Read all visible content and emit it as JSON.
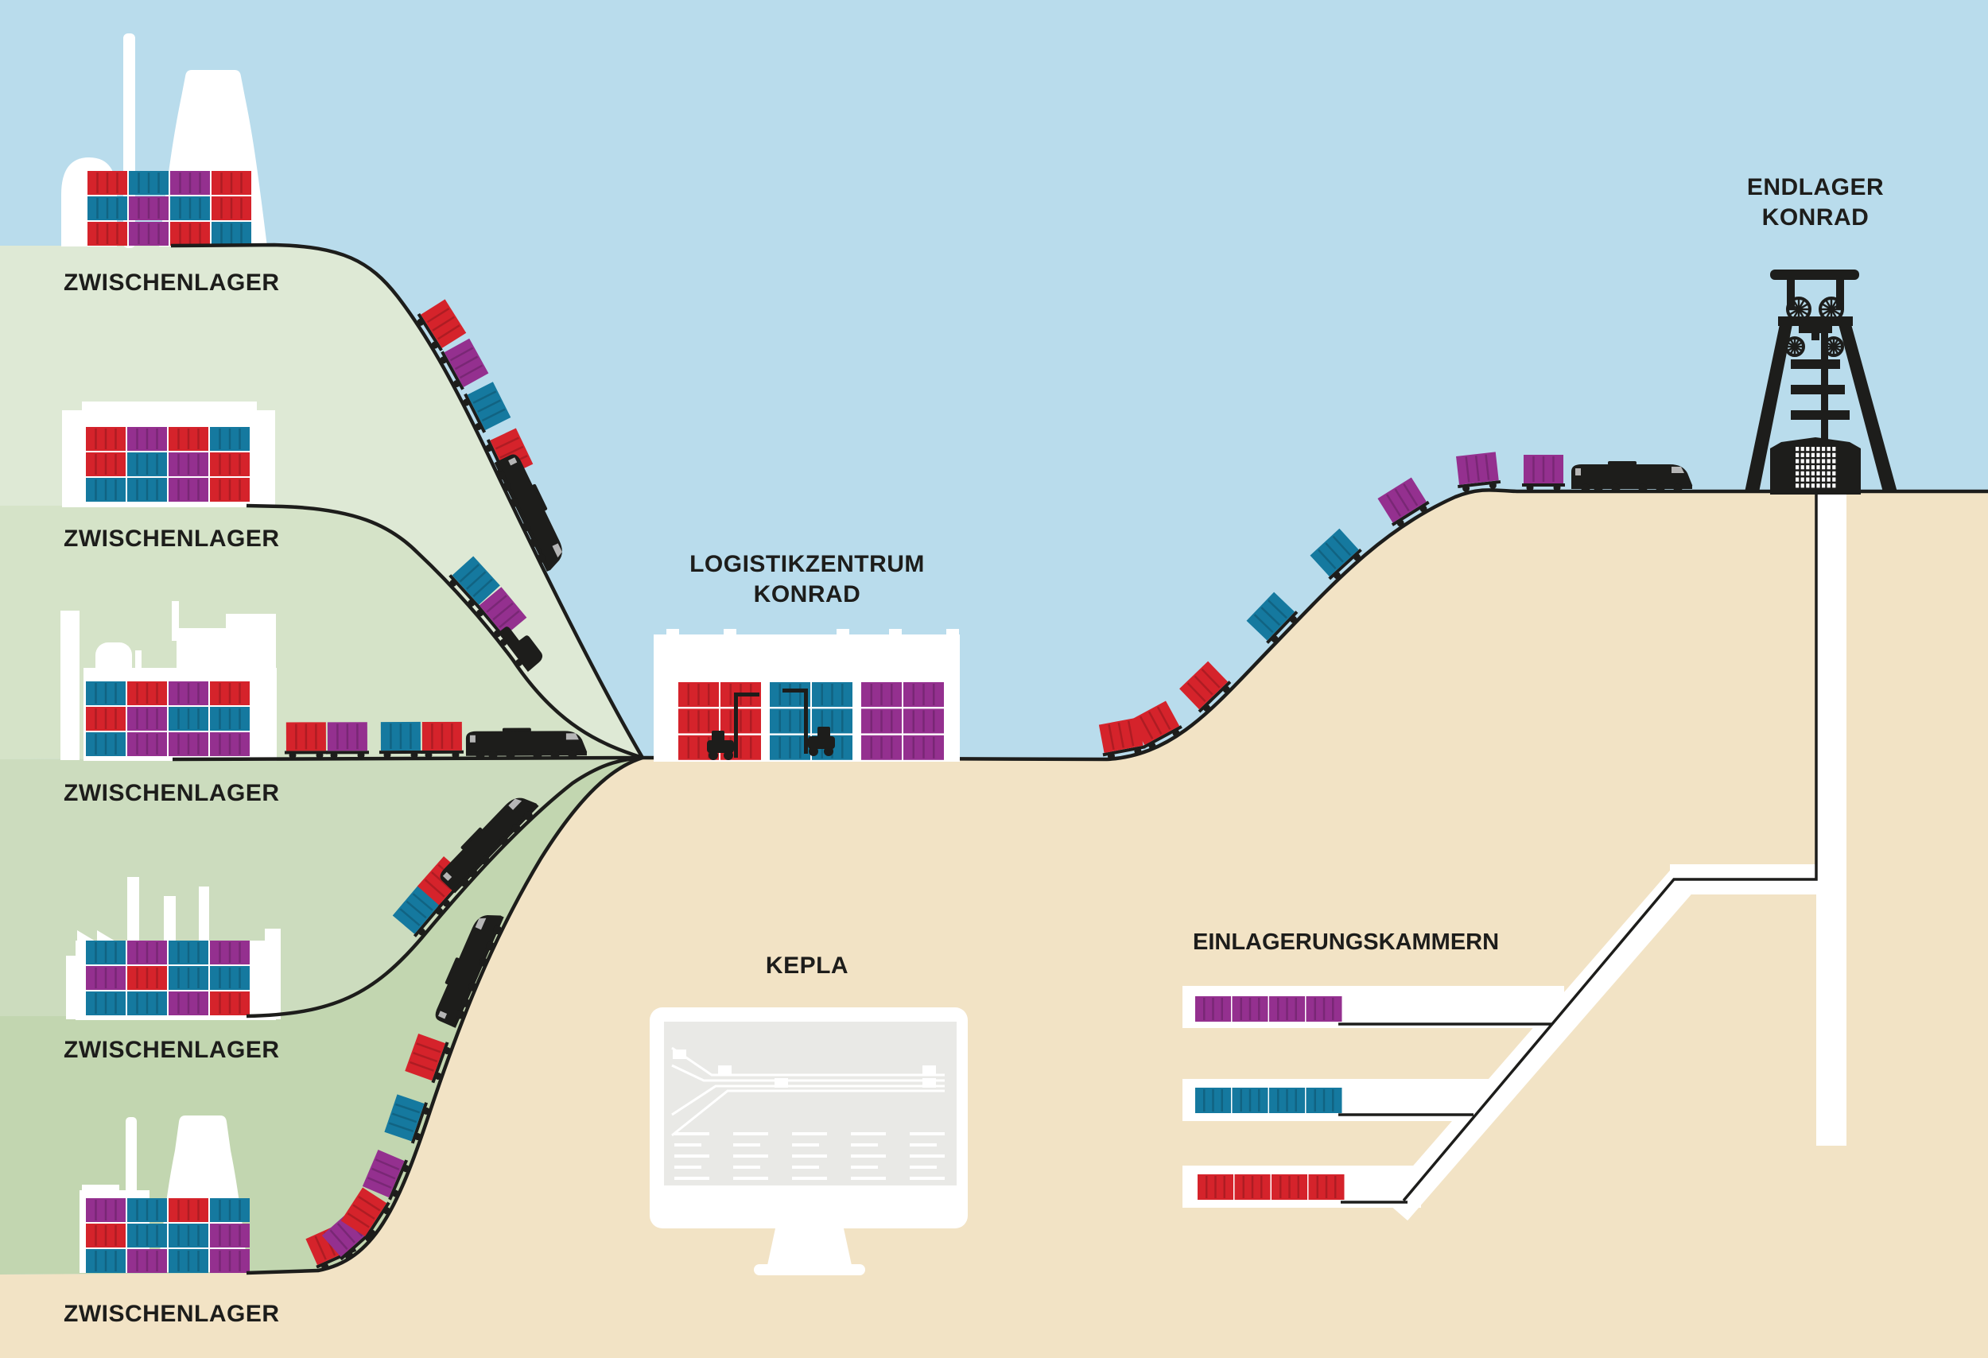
{
  "palette": {
    "red": "#d5232b",
    "blue": "#15799f",
    "purple": "#94308f",
    "dark": "#1d1d1b",
    "sky": "#b9dcec",
    "sand": "#f2e3c5",
    "green1": "#dee9d5",
    "green2": "#d5e3c8",
    "green3": "#ccdcbe",
    "green4": "#c2d6b0",
    "white": "#ffffff",
    "screen_gray": "#e9e9e6",
    "window_gray": "#b5b5b5"
  },
  "sites": [
    {
      "label": "ZWISCHENLAGER",
      "building": "nuclear-plant-cooling-tower",
      "pattern": [
        [
          "red",
          "blue",
          "purple",
          "red"
        ],
        [
          "blue",
          "purple",
          "blue",
          "red"
        ],
        [
          "red",
          "purple",
          "red",
          "blue"
        ]
      ]
    },
    {
      "label": "ZWISCHENLAGER",
      "building": "storage-hall",
      "pattern": [
        [
          "red",
          "purple",
          "red",
          "blue"
        ],
        [
          "red",
          "blue",
          "purple",
          "red"
        ],
        [
          "blue",
          "blue",
          "purple",
          "red"
        ]
      ]
    },
    {
      "label": "ZWISCHENLAGER",
      "building": "industrial-plant",
      "pattern": [
        [
          "blue",
          "red",
          "purple",
          "red"
        ],
        [
          "red",
          "purple",
          "blue",
          "blue"
        ],
        [
          "blue",
          "purple",
          "purple",
          "purple"
        ]
      ]
    },
    {
      "label": "ZWISCHENLAGER",
      "building": "factory",
      "pattern": [
        [
          "blue",
          "purple",
          "blue",
          "purple"
        ],
        [
          "purple",
          "red",
          "blue",
          "blue"
        ],
        [
          "blue",
          "blue",
          "purple",
          "red"
        ]
      ]
    },
    {
      "label": "ZWISCHENLAGER",
      "building": "nuclear-plant-cooling-tower",
      "pattern": [
        [
          "purple",
          "blue",
          "red",
          "blue"
        ],
        [
          "red",
          "blue",
          "blue",
          "purple"
        ],
        [
          "blue",
          "purple",
          "blue",
          "purple"
        ]
      ]
    }
  ],
  "logistics": {
    "line1": "LOGISTIKZENTRUM",
    "line2": "KONRAD",
    "bays": [
      "red",
      "blue",
      "purple"
    ]
  },
  "endlager": {
    "line1": "ENDLAGER",
    "line2": "KONRAD"
  },
  "kepla": {
    "label": "KEPLA"
  },
  "chambers": {
    "label": "EINLAGERUNGSKAMMERN",
    "rows": [
      {
        "color": "purple",
        "count": 4
      },
      {
        "color": "blue",
        "count": 4
      },
      {
        "color": "red",
        "count": 4
      }
    ]
  },
  "trains": [
    {
      "name": "train-terrace-1",
      "loco": "large",
      "cars": [
        "red",
        "purple",
        "blue",
        "red"
      ]
    },
    {
      "name": "train-terrace-2",
      "loco": "small",
      "cars": [
        "blue",
        "purple"
      ]
    },
    {
      "name": "train-mainline",
      "loco": "large",
      "cars": [
        "red",
        "purple",
        "blue",
        "red"
      ]
    },
    {
      "name": "train-hill",
      "loco": "large",
      "cars": [
        "red",
        "red",
        "red",
        "blue",
        "blue",
        "purple",
        "purple",
        "purple"
      ]
    },
    {
      "name": "train-terrace-4",
      "loco": "large",
      "cars": [
        "blue",
        "red"
      ]
    },
    {
      "name": "train-terrace-5",
      "loco": "large",
      "cars": [
        "red",
        "purple",
        "red",
        "purple",
        "blue",
        "red"
      ]
    }
  ]
}
